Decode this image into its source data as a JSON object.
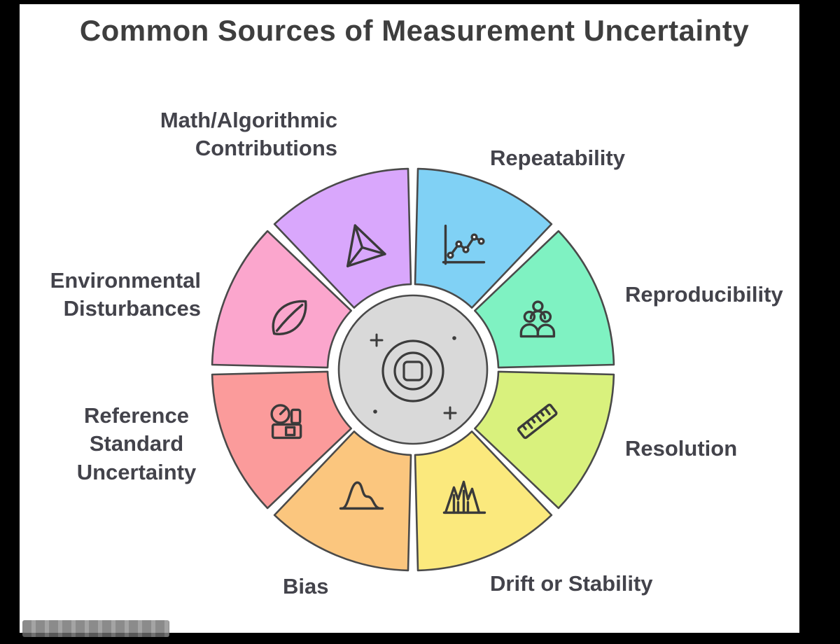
{
  "title": "Common Sources of Measurement Uncertainty",
  "watermark": {
    "legible": false
  },
  "wheel": {
    "outline_color": "#4a4a4a",
    "icon_stroke_color": "#3a3a3a",
    "hub_fill_color": "#d9d9d9",
    "center_icon": "target-concentric-icon",
    "segments": [
      {
        "label": "Math/Algorithmic\nContributions",
        "color": "#d9a7fc",
        "icon": "tetrahedron-3d-icon",
        "a0": -45,
        "a1": 0
      },
      {
        "label": "Repeatability",
        "color": "#80d1f5",
        "icon": "trend-chart-icon",
        "a0": 0,
        "a1": 45
      },
      {
        "label": "Reproducibility",
        "color": "#7ff2c2",
        "icon": "people-group-icon",
        "a0": 45,
        "a1": 90
      },
      {
        "label": "Resolution",
        "color": "#d9f17d",
        "icon": "ruler-icon",
        "a0": 90,
        "a1": 135
      },
      {
        "label": "Drift or Stability",
        "color": "#fbe97d",
        "icon": "peaks-chart-icon",
        "a0": 135,
        "a1": 180
      },
      {
        "label": "Bias",
        "color": "#fbc67e",
        "icon": "bell-curve-icon",
        "a0": 180,
        "a1": 225
      },
      {
        "label": "Reference\nStandard\nUncertainty",
        "color": "#fb9b9b",
        "icon": "weighing-scale-icon",
        "a0": 225,
        "a1": 270
      },
      {
        "label": "Environmental\nDisturbances",
        "color": "#fba6cd",
        "icon": "leaf-icon",
        "a0": 270,
        "a1": 315
      }
    ]
  }
}
